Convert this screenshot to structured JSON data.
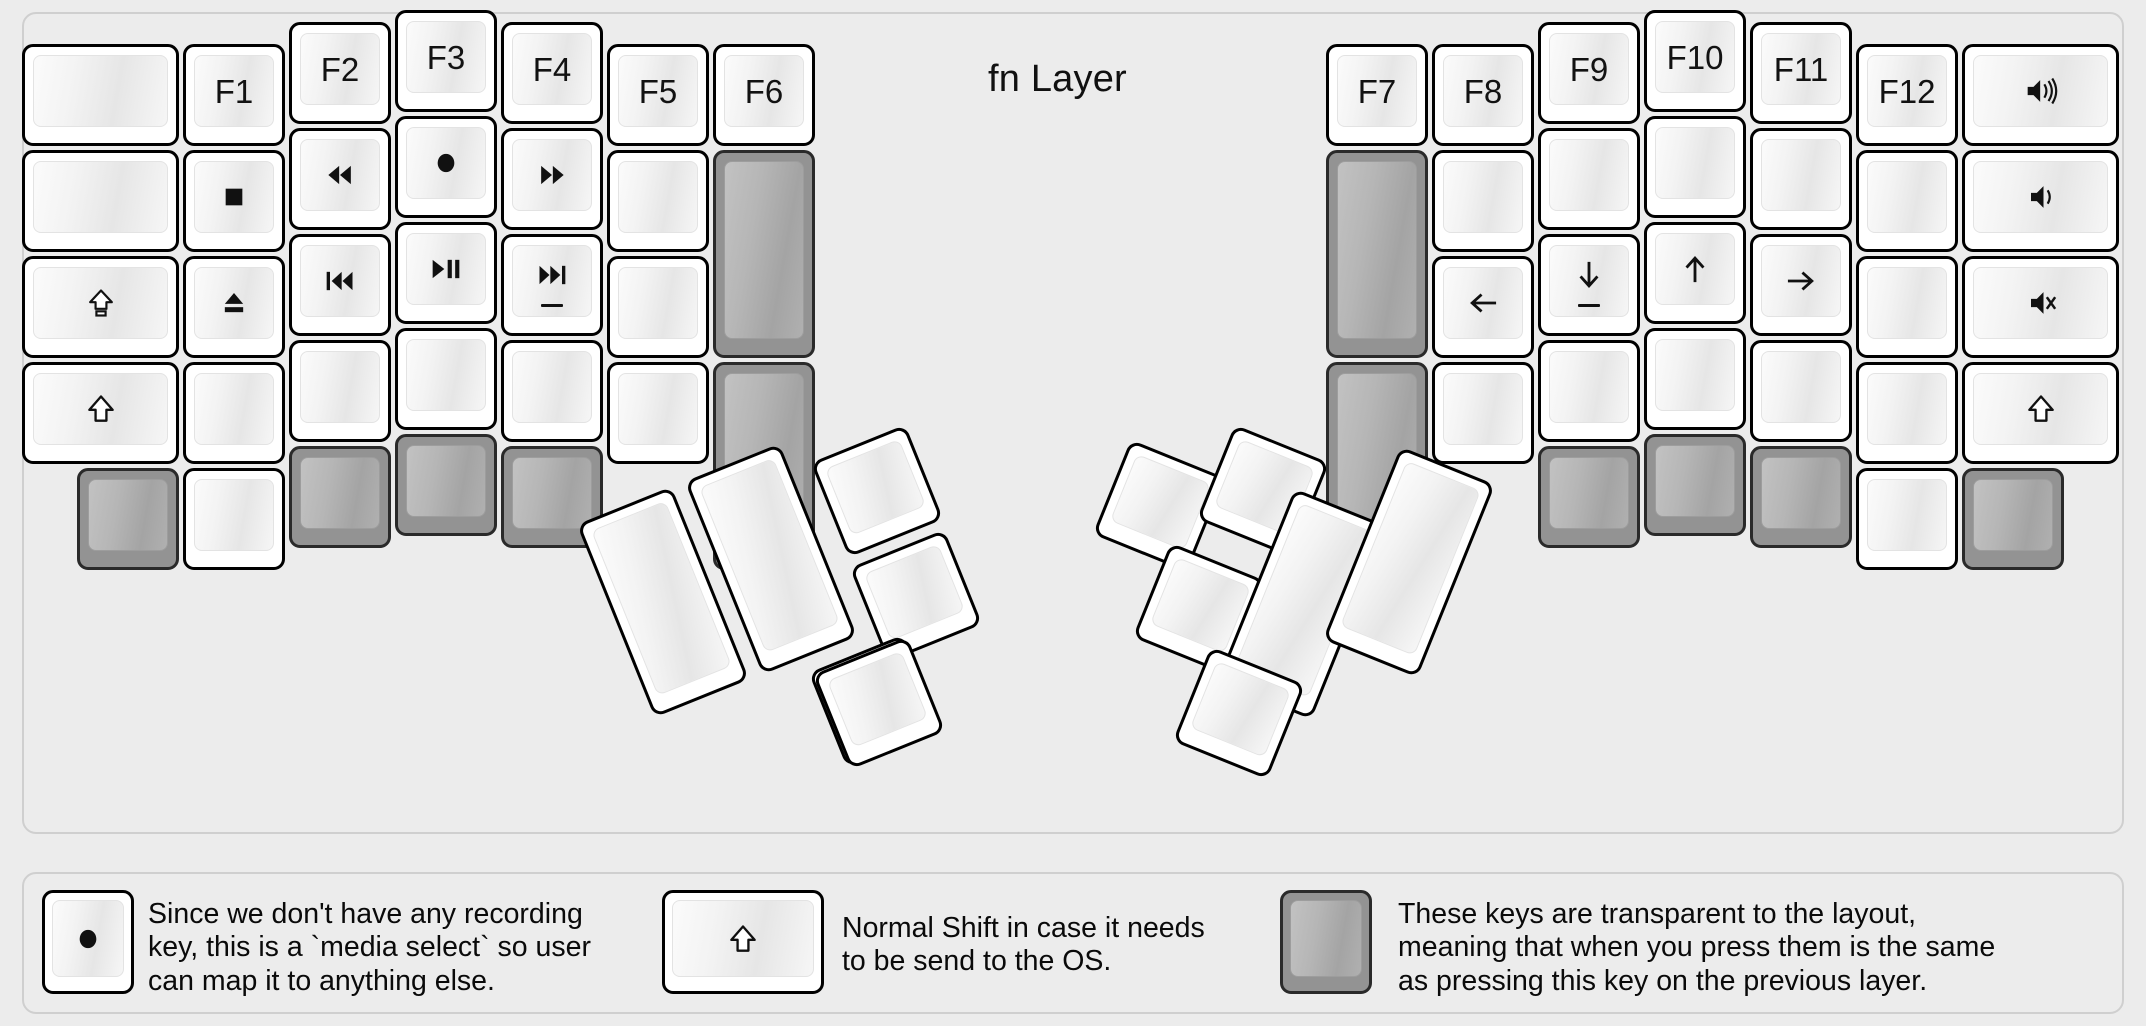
{
  "title": "fn Layer",
  "colors": {
    "background": "#ececec",
    "key_white": "#ffffff",
    "key_transparent": "#939393",
    "key_border": "#000000",
    "text": "#111111"
  },
  "keyboard": {
    "name": "split ergonomic keyboard fn layer map",
    "left_half": {
      "columns": [
        {
          "name": "col-outer-left",
          "keys": [
            {
              "label": "",
              "icon": "",
              "type": "blank",
              "width": "1.5u"
            },
            {
              "label": "",
              "icon": "",
              "type": "blank",
              "width": "1.5u"
            },
            {
              "label": "",
              "icon": "caps-lock-icon",
              "type": "icon",
              "width": "1.5u"
            },
            {
              "label": "",
              "icon": "shift-icon",
              "type": "icon",
              "width": "1.5u"
            },
            {
              "label": "",
              "icon": "",
              "type": "transparent",
              "width": "1u"
            }
          ]
        },
        {
          "name": "col-f1",
          "keys": [
            {
              "label": "F1",
              "icon": "",
              "type": "text"
            },
            {
              "label": "",
              "icon": "media-stop-icon",
              "type": "icon"
            },
            {
              "label": "",
              "icon": "media-eject-icon",
              "type": "icon"
            },
            {
              "label": "",
              "icon": "",
              "type": "blank"
            },
            {
              "label": "",
              "icon": "",
              "type": "blank"
            }
          ]
        },
        {
          "name": "col-f2",
          "keys": [
            {
              "label": "F2",
              "icon": "",
              "type": "text"
            },
            {
              "label": "",
              "icon": "media-rewind-icon",
              "type": "icon"
            },
            {
              "label": "",
              "icon": "media-prev-track-icon",
              "type": "icon"
            },
            {
              "label": "",
              "icon": "",
              "type": "blank"
            },
            {
              "label": "",
              "icon": "",
              "type": "transparent"
            }
          ]
        },
        {
          "name": "col-f3",
          "keys": [
            {
              "label": "F3",
              "icon": "",
              "type": "text"
            },
            {
              "label": "",
              "icon": "media-record-icon",
              "type": "icon"
            },
            {
              "label": "",
              "icon": "media-play-pause-icon",
              "type": "icon"
            },
            {
              "label": "",
              "icon": "",
              "type": "blank"
            },
            {
              "label": "",
              "icon": "",
              "type": "transparent"
            }
          ]
        },
        {
          "name": "col-f4",
          "keys": [
            {
              "label": "F4",
              "icon": "",
              "type": "text"
            },
            {
              "label": "",
              "icon": "media-fast-forward-icon",
              "type": "icon"
            },
            {
              "label": "",
              "icon": "media-next-track-icon",
              "type": "icon",
              "marker": "underbar"
            },
            {
              "label": "",
              "icon": "",
              "type": "blank"
            },
            {
              "label": "",
              "icon": "",
              "type": "transparent"
            }
          ]
        },
        {
          "name": "col-f5",
          "keys": [
            {
              "label": "F5",
              "icon": "",
              "type": "text"
            },
            {
              "label": "",
              "icon": "",
              "type": "blank"
            },
            {
              "label": "",
              "icon": "",
              "type": "blank"
            },
            {
              "label": "",
              "icon": "",
              "type": "blank"
            }
          ]
        },
        {
          "name": "col-f6",
          "keys": [
            {
              "label": "F6",
              "icon": "",
              "type": "text"
            },
            {
              "label": "",
              "icon": "",
              "type": "transparent",
              "height": "2u"
            },
            {
              "label": "",
              "icon": "",
              "type": "transparent",
              "height": "2u"
            }
          ]
        }
      ],
      "thumb_cluster": {
        "name": "left-thumb-cluster",
        "rotation_deg": -22,
        "keys": [
          {
            "label": "",
            "type": "blank",
            "size": "2u-tall"
          },
          {
            "label": "",
            "type": "blank",
            "size": "2u-tall"
          },
          {
            "label": "",
            "type": "blank",
            "size": "1u"
          },
          {
            "label": "",
            "type": "blank",
            "size": "1u"
          },
          {
            "label": "",
            "type": "blank",
            "size": "1u"
          }
        ]
      }
    },
    "right_half": {
      "columns": [
        {
          "name": "col-f7",
          "keys": [
            {
              "label": "F7",
              "icon": "",
              "type": "text"
            },
            {
              "label": "",
              "icon": "",
              "type": "transparent",
              "height": "2u"
            },
            {
              "label": "",
              "icon": "",
              "type": "transparent",
              "height": "2u"
            }
          ]
        },
        {
          "name": "col-f8",
          "keys": [
            {
              "label": "F8",
              "icon": "",
              "type": "text"
            },
            {
              "label": "",
              "icon": "",
              "type": "blank"
            },
            {
              "label": "",
              "icon": "arrow-left-icon",
              "type": "icon"
            },
            {
              "label": "",
              "icon": "",
              "type": "blank"
            }
          ]
        },
        {
          "name": "col-f9",
          "keys": [
            {
              "label": "F9",
              "icon": "",
              "type": "text"
            },
            {
              "label": "",
              "icon": "",
              "type": "blank"
            },
            {
              "label": "",
              "icon": "arrow-down-icon",
              "type": "icon",
              "marker": "underbar"
            },
            {
              "label": "",
              "icon": "",
              "type": "blank"
            },
            {
              "label": "",
              "icon": "",
              "type": "transparent"
            }
          ]
        },
        {
          "name": "col-f10",
          "keys": [
            {
              "label": "F10",
              "icon": "",
              "type": "text"
            },
            {
              "label": "",
              "icon": "",
              "type": "blank"
            },
            {
              "label": "",
              "icon": "arrow-up-icon",
              "type": "icon"
            },
            {
              "label": "",
              "icon": "",
              "type": "blank"
            },
            {
              "label": "",
              "icon": "",
              "type": "transparent"
            }
          ]
        },
        {
          "name": "col-f11",
          "keys": [
            {
              "label": "F11",
              "icon": "",
              "type": "text"
            },
            {
              "label": "",
              "icon": "",
              "type": "blank"
            },
            {
              "label": "",
              "icon": "arrow-right-icon",
              "type": "icon"
            },
            {
              "label": "",
              "icon": "",
              "type": "blank"
            },
            {
              "label": "",
              "icon": "",
              "type": "transparent"
            }
          ]
        },
        {
          "name": "col-f12",
          "keys": [
            {
              "label": "F12",
              "icon": "",
              "type": "text"
            },
            {
              "label": "",
              "icon": "",
              "type": "blank"
            },
            {
              "label": "",
              "icon": "",
              "type": "blank"
            },
            {
              "label": "",
              "icon": "",
              "type": "blank"
            },
            {
              "label": "",
              "icon": "",
              "type": "blank"
            }
          ]
        },
        {
          "name": "col-outer-right",
          "keys": [
            {
              "label": "",
              "icon": "volume-up-icon",
              "type": "icon",
              "width": "1.5u"
            },
            {
              "label": "",
              "icon": "volume-down-icon",
              "type": "icon",
              "width": "1.5u"
            },
            {
              "label": "",
              "icon": "volume-mute-icon",
              "type": "icon",
              "width": "1.5u"
            },
            {
              "label": "",
              "icon": "shift-icon",
              "type": "icon",
              "width": "1.5u"
            },
            {
              "label": "",
              "icon": "",
              "type": "transparent",
              "width": "1u"
            }
          ]
        }
      ],
      "thumb_cluster": {
        "name": "right-thumb-cluster",
        "rotation_deg": 22,
        "keys": [
          {
            "label": "",
            "type": "blank",
            "size": "1u"
          },
          {
            "label": "",
            "type": "blank",
            "size": "1u"
          },
          {
            "label": "",
            "type": "blank",
            "size": "1u"
          },
          {
            "label": "",
            "type": "blank",
            "size": "2u-tall"
          },
          {
            "label": "",
            "type": "blank",
            "size": "2u-tall"
          }
        ]
      }
    }
  },
  "legend": [
    {
      "key_icon": "media-record-icon",
      "key_style": "white",
      "text": "Since we don't have any recording\nkey, this is a `media select` so user\ncan map it to anything else."
    },
    {
      "key_icon": "shift-icon",
      "key_style": "white",
      "text": "Normal Shift in case it needs\nto be send to the OS."
    },
    {
      "key_icon": "",
      "key_style": "transparent",
      "text": "These keys are transparent to the layout,\nmeaning that when you press them is the same\nas pressing this key on the previous layer."
    }
  ]
}
